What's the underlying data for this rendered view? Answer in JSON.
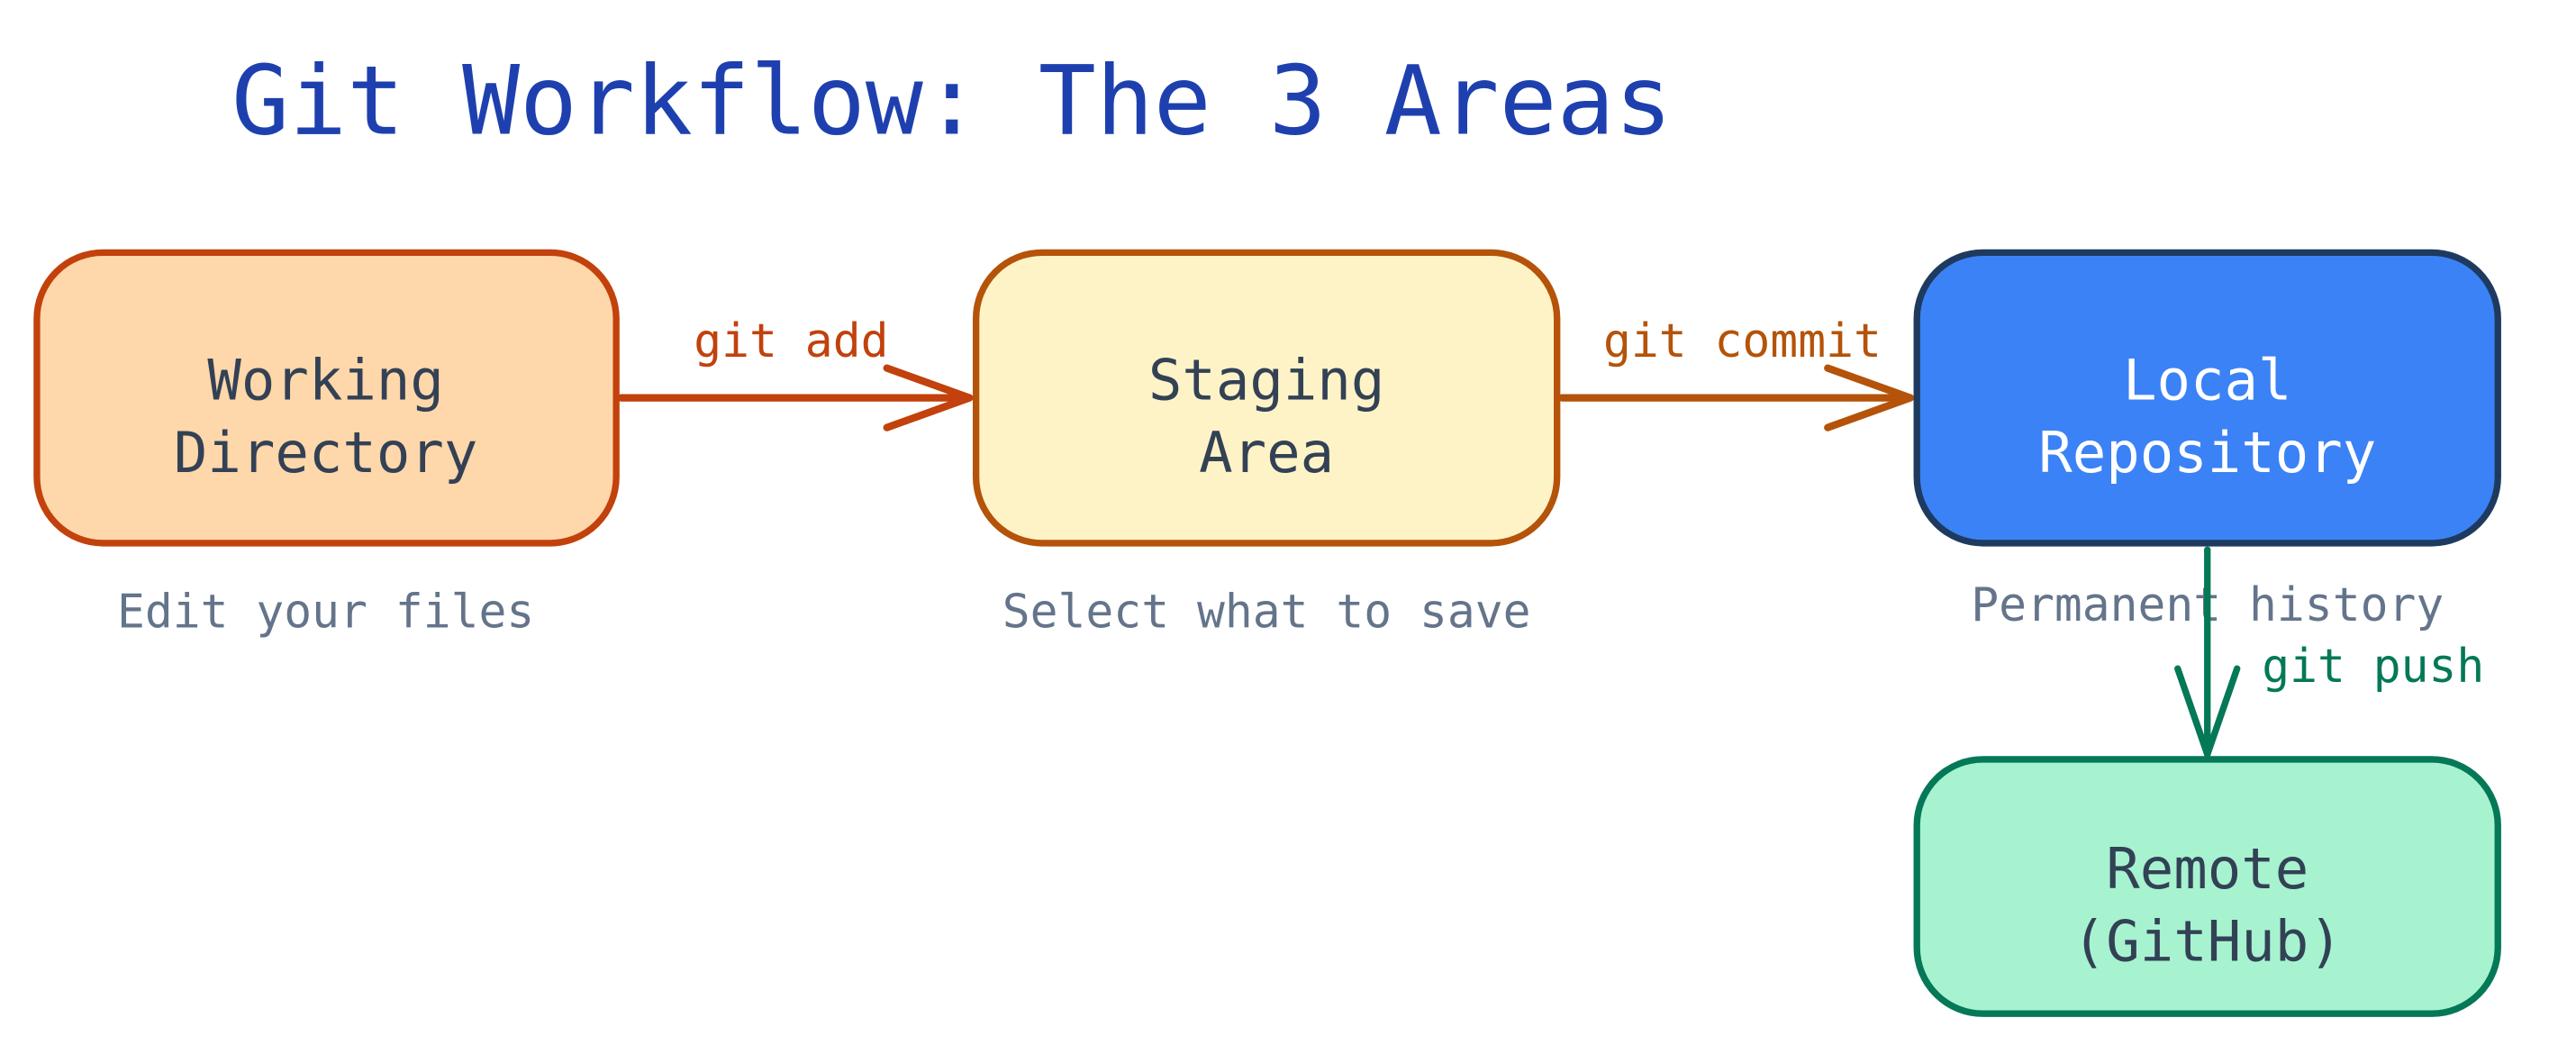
{
  "title": "Git Workflow: The 3 Areas",
  "colors": {
    "title": "#1e40af",
    "caption": "#64748b",
    "dark_text": "#334155",
    "working_fill": "#fed7aa",
    "working_stroke": "#c2410c",
    "staging_fill": "#fef3c7",
    "staging_stroke": "#b45309",
    "local_fill": "#3b82f6",
    "local_stroke": "#1e3a5f",
    "remote_fill": "#a7f3d0",
    "remote_stroke": "#047857",
    "add_arrow": "#c2410c",
    "commit_arrow": "#b45309",
    "push_arrow": "#047857"
  },
  "nodes": {
    "working": {
      "line1": "Working",
      "line2": "Directory",
      "caption": "Edit your files"
    },
    "staging": {
      "line1": "Staging",
      "line2": "Area",
      "caption": "Select what to save"
    },
    "local": {
      "line1": "Local",
      "line2": "Repository",
      "caption": "Permanent history"
    },
    "remote": {
      "line1": "Remote",
      "line2": "(GitHub)"
    }
  },
  "edges": {
    "add": "git add",
    "commit": "git commit",
    "push": "git push"
  }
}
